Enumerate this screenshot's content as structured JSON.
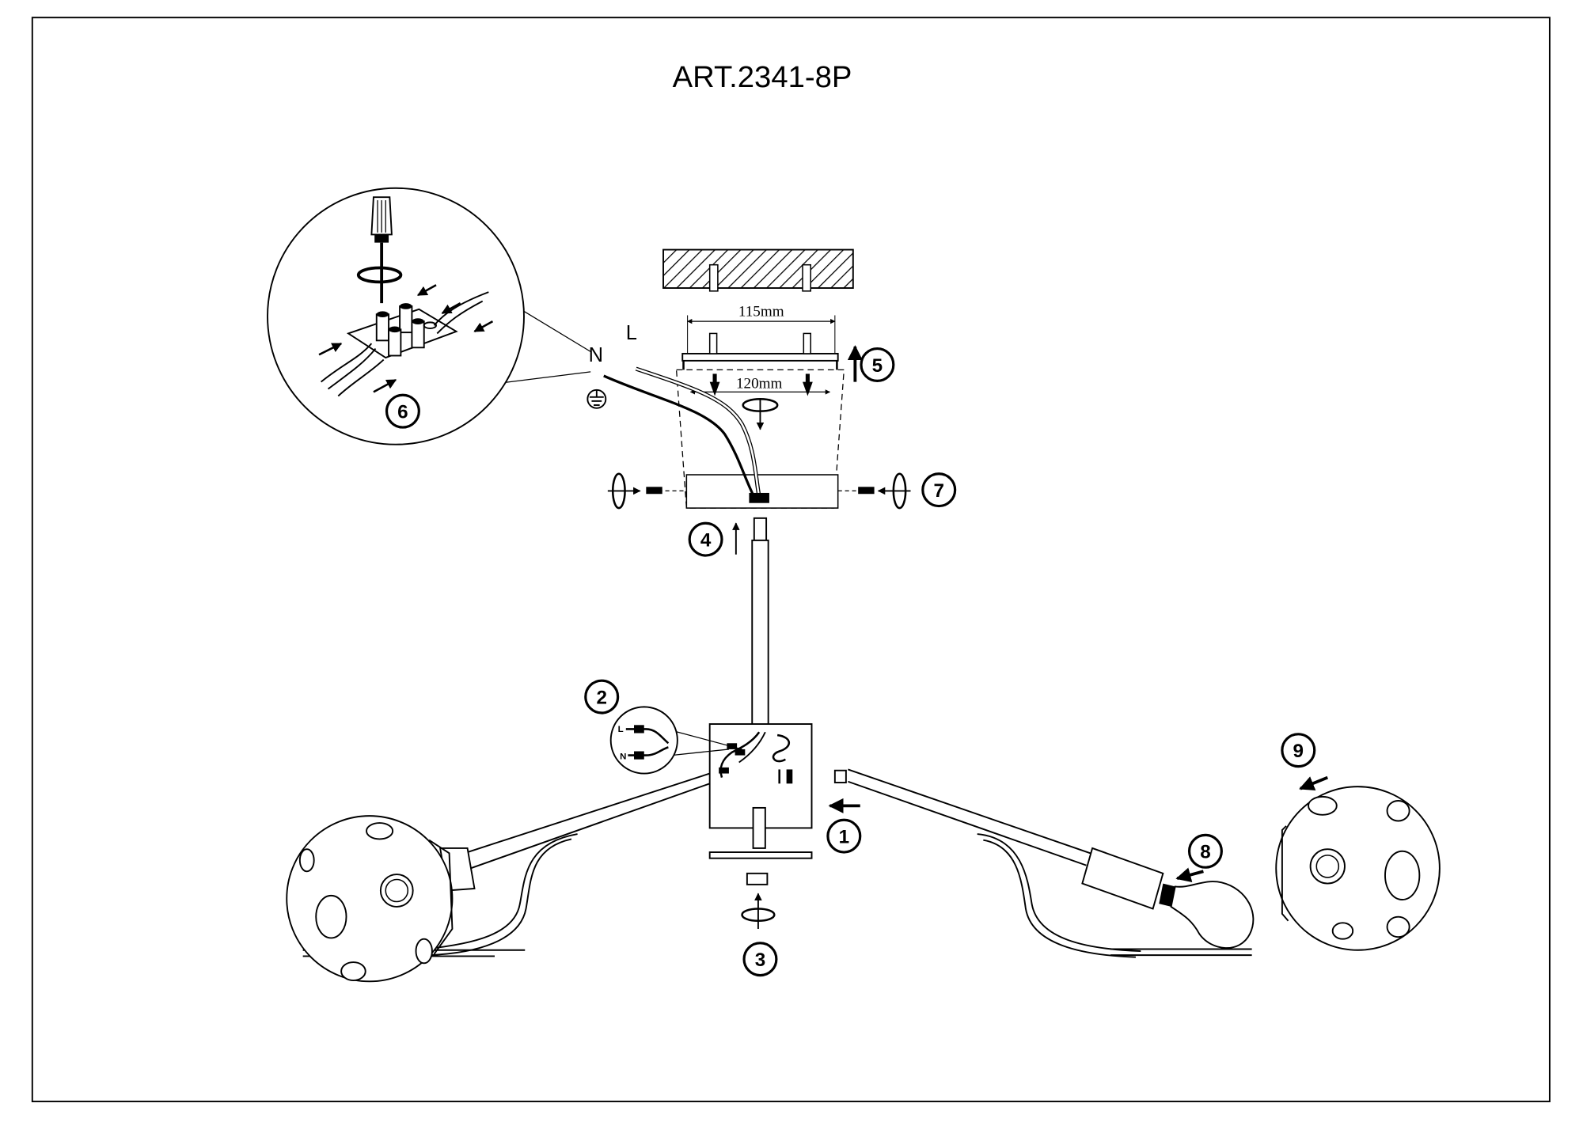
{
  "title": "ART.2341-8P",
  "dimensions": {
    "top_width": "115mm",
    "bottom_width": "120mm"
  },
  "wire_labels": {
    "neutral": "N",
    "live": "L"
  },
  "inset_wire_labels": {
    "live": "L",
    "neutral": "N"
  },
  "steps": [
    "1",
    "2",
    "3",
    "4",
    "5",
    "6",
    "7",
    "8",
    "9"
  ],
  "icons": [
    "ground-icon",
    "screwdriver-icon",
    "rotate-icon",
    "arrow-icon",
    "bulb-icon",
    "terminal-block-icon"
  ]
}
